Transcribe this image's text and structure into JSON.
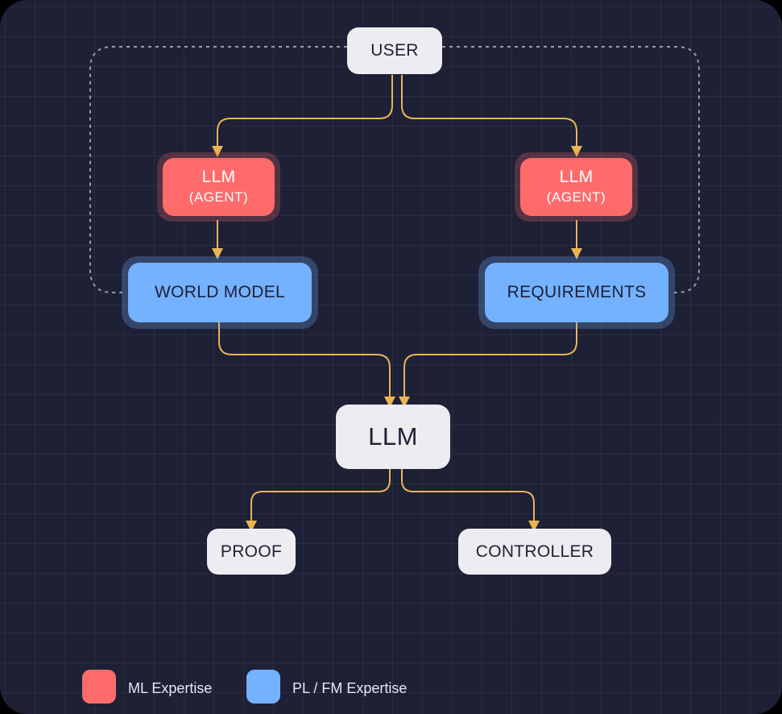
{
  "nodes": {
    "user": "USER",
    "llm_agent_left": {
      "title": "LLM",
      "subtitle": "(AGENT)"
    },
    "llm_agent_right": {
      "title": "LLM",
      "subtitle": "(AGENT)"
    },
    "world_model": "WORLD MODEL",
    "requirements": "REQUIREMENTS",
    "llm_center": "LLM",
    "proof": "PROOF",
    "controller": "CONTROLLER"
  },
  "legend": [
    {
      "label": "ML Expertise",
      "color": "#ff6b6b"
    },
    {
      "label": "PL / FM Expertise",
      "color": "#74b2ff"
    }
  ],
  "colors": {
    "background": "#1e2036",
    "arrow": "#e9b552",
    "dashed_loop": "#9a9cae",
    "node_white": "#ececf1",
    "ml_red": "#ff6b6b",
    "pl_fm_blue": "#74b2ff"
  }
}
